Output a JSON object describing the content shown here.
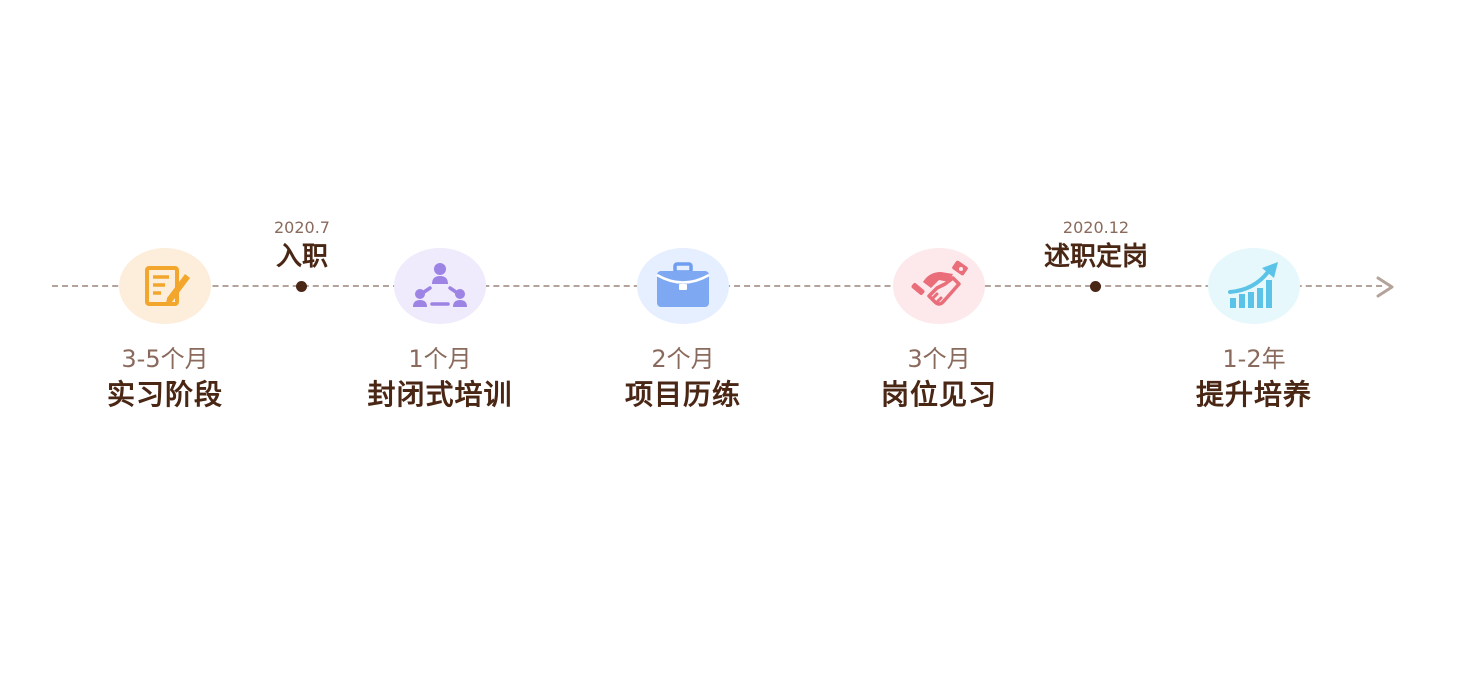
{
  "milestones": [
    {
      "date": "2020.7",
      "label": "入职"
    },
    {
      "date": "2020.12",
      "label": "述职定岗"
    }
  ],
  "stages": [
    {
      "duration": "3-5个月",
      "title": "实习阶段",
      "icon": "edit-note-icon",
      "bg": "#fdeedb",
      "color": "#f2a72c"
    },
    {
      "duration": "1个月",
      "title": "封闭式培训",
      "icon": "team-network-icon",
      "bg": "#efeafc",
      "color": "#9d83e4"
    },
    {
      "duration": "2个月",
      "title": "项目历练",
      "icon": "briefcase-icon",
      "bg": "#e6efff",
      "color": "#6f9ef0"
    },
    {
      "duration": "3个月",
      "title": "岗位见习",
      "icon": "handshake-icon",
      "bg": "#fde9ec",
      "color": "#ea6d7a"
    },
    {
      "duration": "1-2年",
      "title": "提升培养",
      "icon": "growth-chart-icon",
      "bg": "#e6f8fb",
      "color": "#5cc3e8"
    }
  ],
  "colors": {
    "line": "#b3a39a",
    "dot": "#4a2614",
    "title": "#4a2614",
    "duration": "#8a6a5c"
  }
}
